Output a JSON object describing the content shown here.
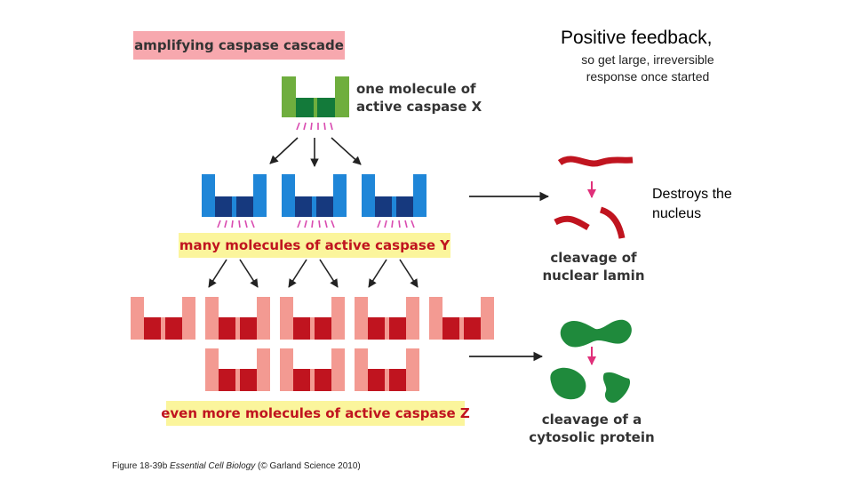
{
  "slide": {
    "stage_x": {
      "banner": "amplifying caspase cascade",
      "label_line1": "one molecule of",
      "label_line2": "active caspase X"
    },
    "stage_y": {
      "banner": "many molecules of active caspase Y"
    },
    "stage_z": {
      "banner": "even more molecules of active caspase Z"
    },
    "note_title": "Positive feedback,",
    "note_body_line1": "so get large, irreversible",
    "note_body_line2": "response once started",
    "lamin": {
      "line1": "cleavage of",
      "line2": "nuclear lamin"
    },
    "protein": {
      "line1": "cleavage of a",
      "line2": "cytosolic protein"
    },
    "destroys_line1": "Destroys the",
    "destroys_line2": "nucleus",
    "caption_prefix": "Figure 18-39b ",
    "caption_italic": "Essential Cell Biology",
    "caption_suffix": " (© Garland Science 2010)"
  },
  "colors": {
    "banner_pink": "#f7a8ae",
    "banner_yellow": "#fbf59c",
    "caspase_x_light": "#6fae3e",
    "caspase_x_dark": "#137a3a",
    "caspase_y_light": "#1f86d8",
    "caspase_y_dark": "#16397e",
    "caspase_z_light": "#f39a92",
    "caspase_z_dark": "#c0141f",
    "activity_rays": "#d94bb0",
    "lamin": "#c0141f",
    "cytosolic_protein": "#1f8a3c",
    "cleavage_arrow": "#e0307a"
  }
}
